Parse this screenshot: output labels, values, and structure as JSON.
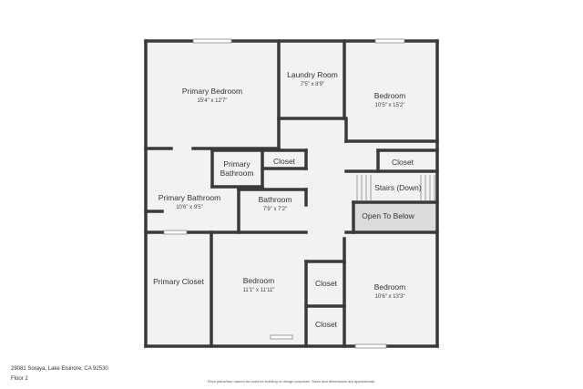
{
  "plan": {
    "rooms": [
      {
        "id": "primary-bedroom",
        "name": "Primary Bedroom",
        "dims": "15'4\" x 12'7\""
      },
      {
        "id": "laundry-room",
        "name": "Laundry Room",
        "dims": "7'5\" x 8'9\""
      },
      {
        "id": "bedroom-top-right",
        "name": "Bedroom",
        "dims": "10'5\" x 15'2\""
      },
      {
        "id": "primary-bathroom-small",
        "name": "Primary Bathroom",
        "dims": ""
      },
      {
        "id": "closet-center-top",
        "name": "Closet",
        "dims": ""
      },
      {
        "id": "closet-right-top",
        "name": "Closet",
        "dims": ""
      },
      {
        "id": "stairs",
        "name": "Stairs (Down)",
        "dims": ""
      },
      {
        "id": "open-to-below",
        "name": "Open To Below",
        "dims": ""
      },
      {
        "id": "primary-bathroom",
        "name": "Primary Bathroom",
        "dims": "10'6\" x 9'5\""
      },
      {
        "id": "bathroom",
        "name": "Bathroom",
        "dims": "7'9\" x 7'2\""
      },
      {
        "id": "primary-closet",
        "name": "Primary Closet",
        "dims": ""
      },
      {
        "id": "bedroom-bottom-center",
        "name": "Bedroom",
        "dims": "11'1\" x 11'11\""
      },
      {
        "id": "closet-center-mid",
        "name": "Closet",
        "dims": ""
      },
      {
        "id": "closet-center-bottom",
        "name": "Closet",
        "dims": ""
      },
      {
        "id": "bedroom-bottom-right",
        "name": "Bedroom",
        "dims": "10'6\" x 13'3\""
      }
    ]
  },
  "footer": {
    "address": "29081 Soraya, Lake Elsinore, CA 92530",
    "floor": "Floor 2",
    "disclaimer": "Floor plans/tour cannot be used for building or design purposes. Sizes and dimensions are approximate."
  }
}
